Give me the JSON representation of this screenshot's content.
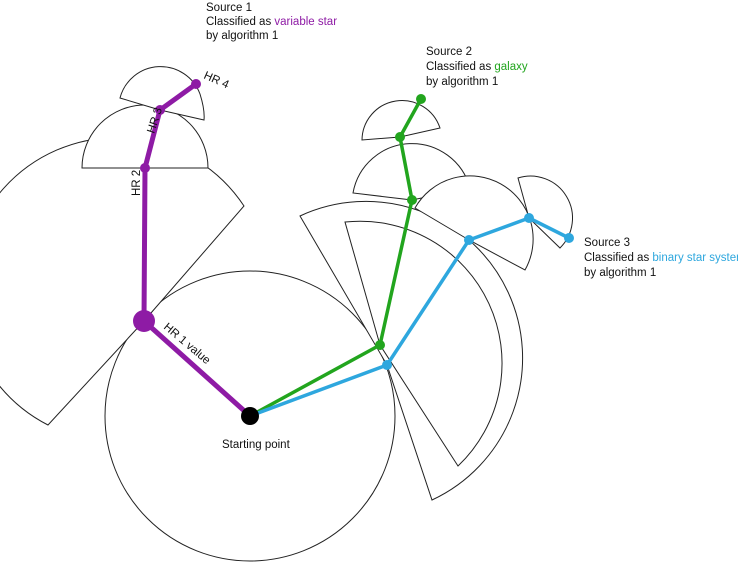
{
  "start_label": "Starting point",
  "sources": [
    {
      "title": "Source 1",
      "classified_prefix": "Classified as ",
      "class_name": "variable star",
      "algorithm": "by algorithm 1",
      "color": "#8E1BA5"
    },
    {
      "title": "Source 2",
      "classified_prefix": "Classified as ",
      "class_name": "galaxy",
      "algorithm": "by algorithm 1",
      "color": "#22A51E"
    },
    {
      "title": "Source 3",
      "classified_prefix": "Classified as ",
      "class_name": "binary star system",
      "algorithm": "by algorithm 1",
      "color": "#2EA7DE"
    }
  ],
  "hr_labels": {
    "hr1": "HR 1 value",
    "hr2": "HR 2",
    "hr3": "HR 3",
    "hr4": "HR 4"
  },
  "start_color": "#000000",
  "outline_color": "#222222"
}
